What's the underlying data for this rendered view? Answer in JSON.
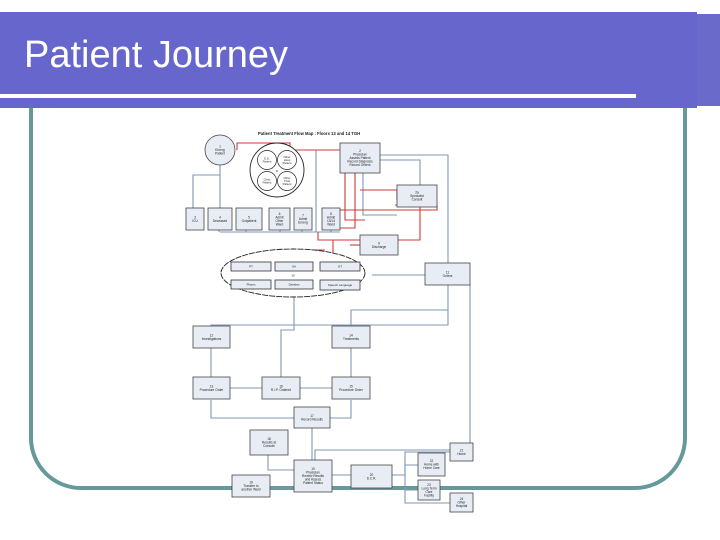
{
  "slide": {
    "title": "Patient Journey",
    "colors": {
      "title_bar": "#6666cc",
      "frame": "#669999",
      "flow_line": "#7f97b2",
      "urgent_line": "#d23a3a",
      "box_fill": "#e8edf5"
    }
  },
  "diagram": {
    "title": "Patient Treatment Flow Map   : Floors 13 and 14 TGH",
    "boxes": [
      {
        "label": "2\nPhysician\nAssess Patient\nRecord Diagnosis\nRecord Orders"
      },
      {
        "label": "2a\nSpecialist\nConsult"
      },
      {
        "label": "3\nICU"
      },
      {
        "label": "4\nDeceased"
      },
      {
        "label": "5\nOutpatient"
      },
      {
        "label": "6\nAdmit\nOther\nWard"
      },
      {
        "label": "7\nAdmit\nEmerg"
      },
      {
        "label": "8\nAdmit\n13/14\nWard"
      },
      {
        "label": "9\nDischarge"
      },
      {
        "label": "11\nOrders"
      },
      {
        "label": "12\nInvestigations"
      },
      {
        "label": "14\nTreatments"
      },
      {
        "label": "13\nProcedure Order"
      },
      {
        "label": "16\nR.I.P. Ordered"
      },
      {
        "label": "15\nProcedure Order"
      },
      {
        "label": "17\nRecord Results"
      },
      {
        "label": "18\nResults at\nConsole"
      },
      {
        "label": "19\nPhysician\nReview Results\nand Assess\nPatient Status"
      },
      {
        "label": "20\nD.C.R."
      },
      {
        "label": "21\nHome"
      },
      {
        "label": "22\nHome with\nHome Care"
      },
      {
        "label": "23\nLong Term\nCare\nFacility"
      },
      {
        "label": "24\nOther\nHospital"
      },
      {
        "label": "19\nTransfer to\nanother Ward"
      }
    ],
    "circles": [
      {
        "label": "1\nEmerg\nPatient"
      },
      {
        "label": "E.D.\nPatient"
      },
      {
        "label": "Other\nHosp\nPatient"
      },
      {
        "label": "Clinic\nPatient"
      },
      {
        "label": "Other\nTGH\nPatient"
      },
      {
        "label": "8"
      }
    ],
    "allied_health": {
      "number": "10",
      "items": [
        "PT",
        "SA",
        "OT",
        "Pharm",
        "Dietitian",
        "Speech Language"
      ]
    }
  }
}
